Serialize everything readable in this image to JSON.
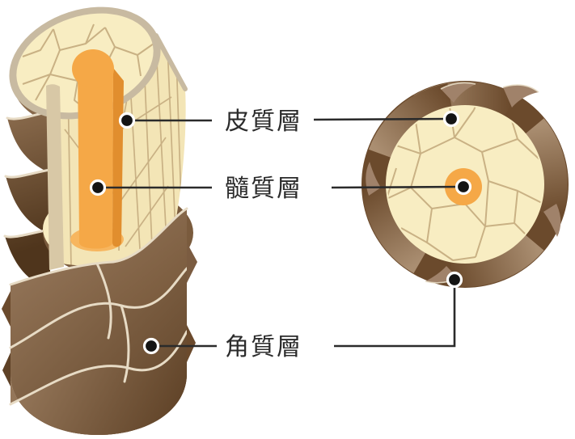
{
  "diagram": {
    "labels": [
      {
        "id": "cortex",
        "text": "皮質層"
      },
      {
        "id": "medulla",
        "text": "髓質層"
      },
      {
        "id": "cuticle",
        "text": "角質層"
      }
    ]
  },
  "colors": {
    "background": "#ffffff",
    "text": "#2b2b2b",
    "callout_line": "#2b2b2b",
    "dot": "#141414",
    "cortex_fill": "#f8edc2",
    "cortex_fill_face": "#f3e5b6",
    "cell_line": "#c9b184",
    "medulla_fill": "#f5a847",
    "medulla_shade": "#e18e2e",
    "medulla_light": "#f7b65f",
    "cuticle_brown": "#7b5c41",
    "cuticle_dark": "#6b4a2c",
    "cuticle_highlight": "#aa8e71",
    "scale_edge": "#e7dbc5",
    "rim": "#c8baa1",
    "rim_strip": "#d8c8a6"
  }
}
